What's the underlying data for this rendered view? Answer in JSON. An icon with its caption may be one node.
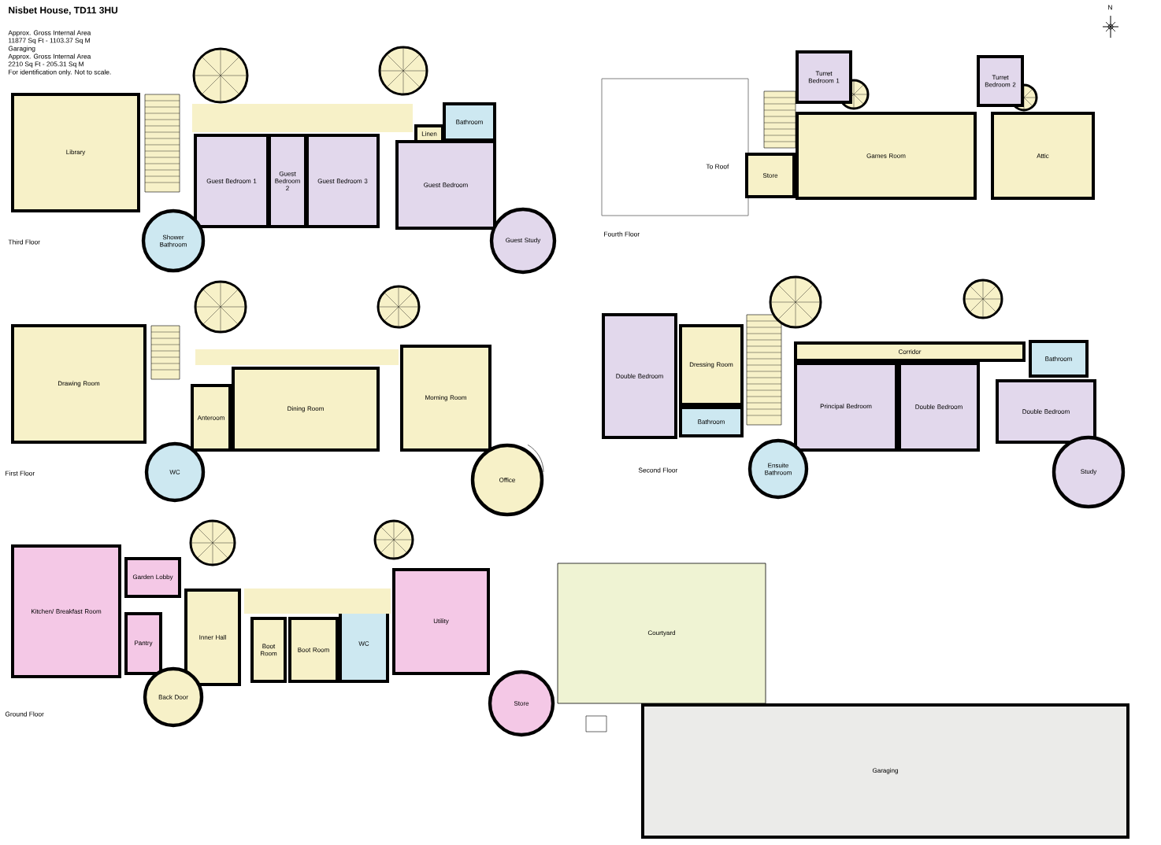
{
  "diagram": {
    "title": "Nisbet House, TD11 3HU",
    "nodes": [
      {
        "text": [
          "Library"
        ]
      },
      {
        "text": [
          "Guest Bedroom 1"
        ]
      },
      {
        "text": [
          "Guest Bedroom 2"
        ]
      },
      {
        "text": [
          "Guest Bedroom 3"
        ]
      },
      {
        "text": [
          "Guest Bedroom"
        ]
      },
      {
        "text": [
          "Bathroom"
        ]
      },
      {
        "text": [
          "Linen"
        ]
      },
      {
        "text": [
          "Shower Bathroom"
        ]
      },
      {
        "text": [
          "Guest Study"
        ]
      },
      {
        "text": [
          "Turret Bedroom 1"
        ]
      },
      {
        "text": [
          "Turret Bedroom 2"
        ]
      },
      {
        "text": [
          "Store"
        ]
      },
      {
        "text": [
          "Games Room"
        ]
      },
      {
        "text": [
          "Attic"
        ]
      },
      {
        "text": [
          "Drawing Room"
        ]
      },
      {
        "text": [
          "Anteroom"
        ]
      },
      {
        "text": [
          "Dining Room"
        ]
      },
      {
        "text": [
          "Morning Room"
        ]
      },
      {
        "text": [
          "WC"
        ]
      },
      {
        "text": [
          "Office"
        ]
      },
      {
        "text": [
          "Double Bedroom"
        ]
      },
      {
        "text": [
          "Dressing Room"
        ]
      },
      {
        "text": [
          "Bathroom"
        ]
      },
      {
        "text": [
          "Corridor"
        ]
      },
      {
        "text": [
          "Principal Bedroom"
        ]
      },
      {
        "text": [
          "Double Bedroom"
        ]
      },
      {
        "text": [
          "Double Bedroom"
        ]
      },
      {
        "text": [
          "Bathroom"
        ]
      },
      {
        "text": [
          "Ensuite Bathroom"
        ]
      },
      {
        "text": [
          "Study"
        ]
      },
      {
        "text": [
          "Kitchen/ Breakfast Room"
        ]
      },
      {
        "text": [
          "Garden Lobby"
        ]
      },
      {
        "text": [
          "Pantry"
        ]
      },
      {
        "text": [
          "Inner Hall"
        ]
      },
      {
        "text": [
          "Boot Room"
        ]
      },
      {
        "text": [
          "Boot Room"
        ]
      },
      {
        "text": [
          "WC"
        ]
      },
      {
        "text": [
          "Utility"
        ]
      },
      {
        "text": [
          "Store"
        ]
      },
      {
        "text": [
          "Courtyard"
        ]
      },
      {
        "text": [
          "Garaging"
        ]
      },
      {
        "text": [
          "Back Door"
        ]
      },
      {
        "text": [],
        "shape": "box"
      },
      {
        "text": [],
        "shape": "box"
      },
      {
        "text": [],
        "shape": "box"
      }
    ],
    "labels": [
      "Approx. Gross Internal Area",
      "11877 Sq Ft - 1103.37 Sq M",
      "Garaging",
      "Approx. Gross Internal Area",
      "2210 Sq Ft - 205.31 Sq M",
      "For identification only. Not to scale.",
      "Third Floor",
      "Fourth Floor",
      "First Floor",
      "Second Floor",
      "Ground Floor",
      "To Roof",
      "N"
    ]
  }
}
